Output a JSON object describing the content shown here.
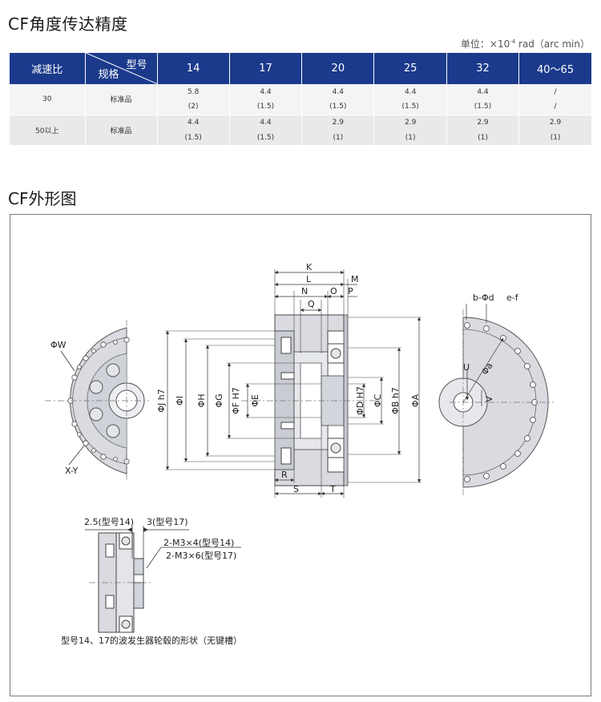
{
  "section1": {
    "title": "CF角度传达精度",
    "unit_prefix": "单位：×10",
    "unit_exp": "-4",
    "unit_suffix": " rad（arc min）"
  },
  "table": {
    "header_first": "减速比",
    "header_diag_top": "型号",
    "header_diag_bottom": "规格",
    "models": [
      "14",
      "17",
      "20",
      "25",
      "32",
      "40～65"
    ],
    "rows": [
      {
        "ratio": "30",
        "spec": "标准品",
        "values": [
          "5.8",
          "4.4",
          "4.4",
          "4.4",
          "4.4",
          "/"
        ],
        "arcmin": [
          "(2)",
          "(1.5)",
          "(1.5)",
          "(1.5)",
          "(1.5)",
          "/"
        ]
      },
      {
        "ratio": "50以上",
        "spec": "标准品",
        "values": [
          "4.4",
          "4.4",
          "2.9",
          "2.9",
          "2.9",
          "2.9"
        ],
        "arcmin": [
          "(1.5)",
          "(1.5)",
          "(1)",
          "(1)",
          "(1)",
          "(1)"
        ]
      }
    ]
  },
  "section2": {
    "title": "CF外形图"
  },
  "drawing": {
    "labels": {
      "K": "K",
      "L": "L",
      "M": "M",
      "N": "N",
      "O": "O",
      "P": "P",
      "Q": "Q",
      "R": "R",
      "S": "S",
      "T": "T",
      "phiW": "ΦW",
      "XY": "X-Y",
      "phiJ": "ΦJ h7",
      "phiI": "ΦI",
      "phiH": "ΦH",
      "phiG": "ΦG",
      "phiF": "ΦF H7",
      "phiE": "ΦE",
      "phiD": "ΦD H7",
      "phiC": "ΦC",
      "phiB": "ΦB h7",
      "phiA": "ΦA",
      "bphid": "b-Φd",
      "ef": "e-f",
      "U": "U",
      "V": "V",
      "phia": "Φa"
    },
    "detail": {
      "dim1": "2.5(型号14)",
      "dim2": "3(型号17)",
      "m1": "2-M3×4(型号14)",
      "m2": "2-M3×6(型号17)",
      "caption": "型号14、17的波发生器轮毂的形状（无键槽）"
    }
  },
  "colors": {
    "header_bg": "#1b3a8c",
    "row_bg_1": "#f4f4f4",
    "row_bg_2": "#e9e9ea",
    "part_fill": "#d9dbe0"
  }
}
